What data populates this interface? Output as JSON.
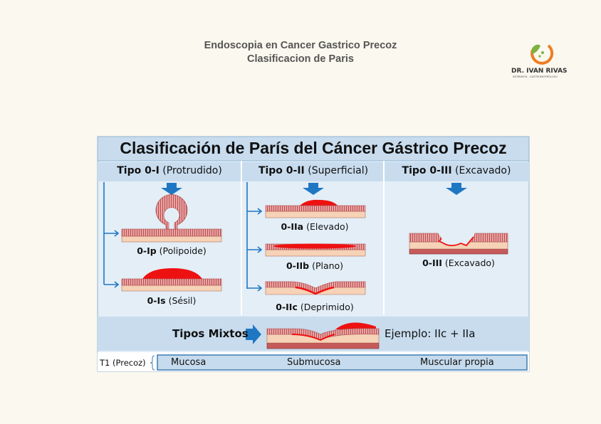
{
  "header": {
    "line1": "Endoscopia en Cancer Gastrico Precoz",
    "line2": "Clasificacion de Paris"
  },
  "logo": {
    "name": "DR. IVAN RIVAS",
    "subtitle": "INTERNISTA - GASTROENTERÓLOGO",
    "colors": {
      "green": "#7cb342",
      "orange": "#ef7d22"
    }
  },
  "diagram": {
    "title": "Clasificación de París del Cáncer Gástrico Precoz",
    "columns": [
      {
        "type": "Tipo 0-I",
        "desc": "(Protrudido)",
        "items": [
          {
            "code": "0-Ip",
            "desc": "(Polipoide)"
          },
          {
            "code": "0-Is",
            "desc": "(Sésil)"
          }
        ]
      },
      {
        "type": "Tipo 0-II",
        "desc": "(Superficial)",
        "items": [
          {
            "code": "0-IIa",
            "desc": "(Elevado)"
          },
          {
            "code": "0-IIb",
            "desc": "(Plano)"
          },
          {
            "code": "0-IIc",
            "desc": "(Deprimido)"
          }
        ]
      },
      {
        "type": "Tipo 0-III",
        "desc": "(Excavado)",
        "items": [
          {
            "code": "0-III",
            "desc": "(Excavado)"
          }
        ]
      }
    ],
    "mixed": {
      "label": "Tipos Mixtos",
      "example": "Ejemplo: IIc + IIa"
    },
    "layers": {
      "label": "T1 (Precoz)",
      "items": [
        "Mucosa",
        "Submucosa",
        "Muscular propia"
      ]
    },
    "colors": {
      "panel": "#e3eef7",
      "header": "#c8dcee",
      "arrow": "#1f77c4",
      "lesion": "#ee1111",
      "mucosa": "#e7a1a1",
      "submucosa": "#f6d2b6",
      "muscle": "#c65a5a"
    }
  }
}
